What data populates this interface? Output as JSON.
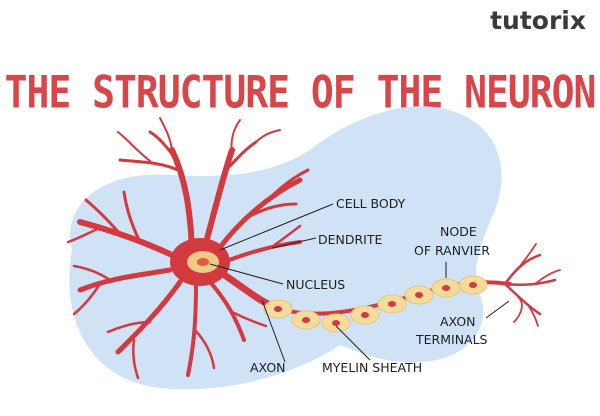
{
  "brand": {
    "name": "tutorix",
    "colors": {
      "text": "#3a3a3a",
      "dot": "#d9464a"
    }
  },
  "title": "THE STRUCTURE OF THE NEURON",
  "labels": {
    "cell_body": "CELL BODY",
    "dendrite": "DENDRITE",
    "node_line1": "NODE",
    "node_line2": "OF RANVIER",
    "nucleus": "NUCLEUS",
    "axon_terminals_line1": "AXON",
    "axon_terminals_line2": "TERMINALS",
    "axon": "AXON",
    "myelin_sheath": "MYELIN SHEATH"
  },
  "colors": {
    "title": "#d9464a",
    "neuron": "#d23a40",
    "background_blob": "#cfe2f6",
    "myelin": "#f5dc9b",
    "nucleus": "#f1c987",
    "leader_line": "#1f1f1f"
  }
}
